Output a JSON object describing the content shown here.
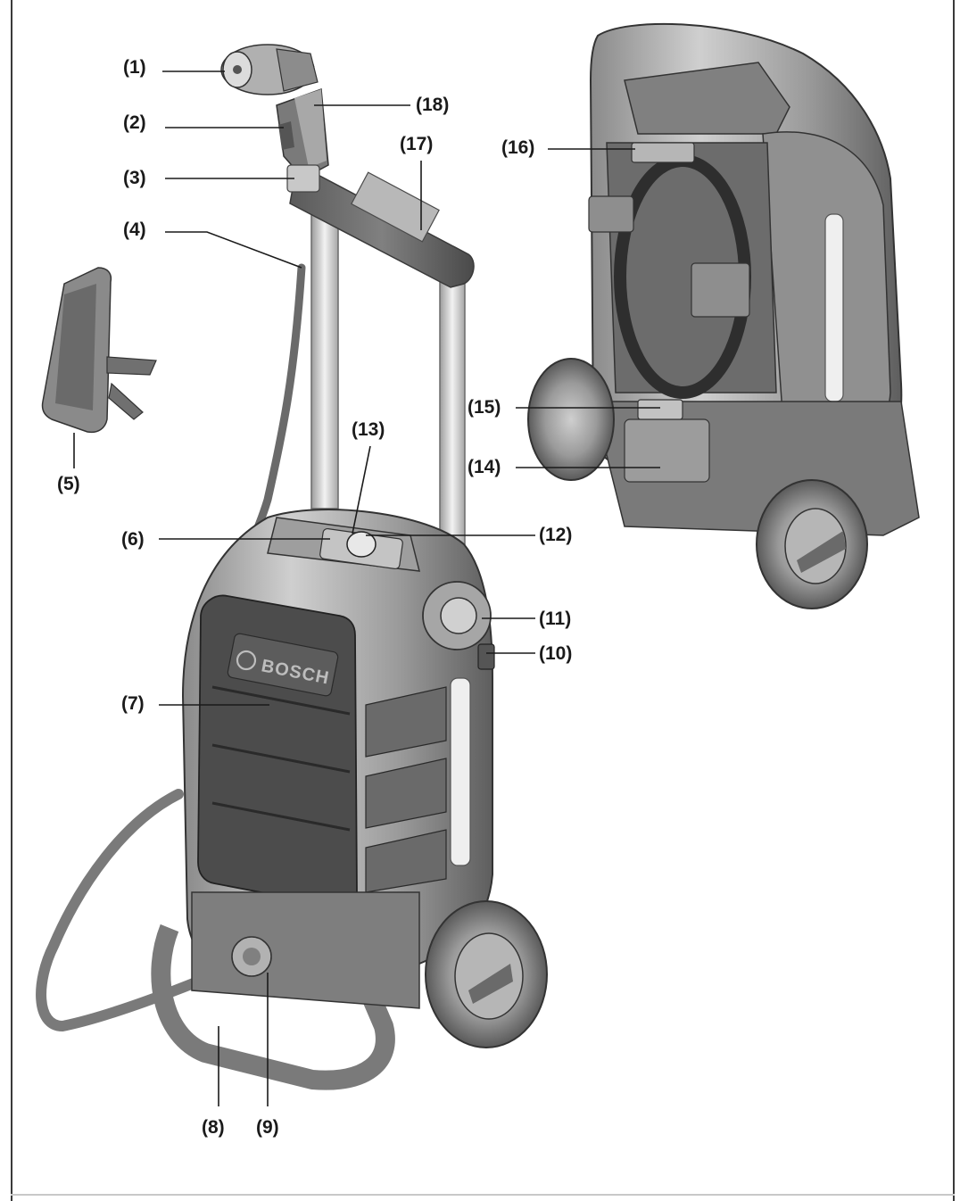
{
  "figure": {
    "brand_text": "BOSCH",
    "callouts": [
      {
        "id": "1",
        "label": "(1)"
      },
      {
        "id": "2",
        "label": "(2)"
      },
      {
        "id": "3",
        "label": "(3)"
      },
      {
        "id": "4",
        "label": "(4)"
      },
      {
        "id": "5",
        "label": "(5)"
      },
      {
        "id": "6",
        "label": "(6)"
      },
      {
        "id": "7",
        "label": "(7)"
      },
      {
        "id": "8",
        "label": "(8)"
      },
      {
        "id": "9",
        "label": "(9)"
      },
      {
        "id": "10",
        "label": "(10)"
      },
      {
        "id": "11",
        "label": "(11)"
      },
      {
        "id": "12",
        "label": "(12)"
      },
      {
        "id": "13",
        "label": "(13)"
      },
      {
        "id": "14",
        "label": "(14)"
      },
      {
        "id": "15",
        "label": "(15)"
      },
      {
        "id": "16",
        "label": "(16)"
      },
      {
        "id": "17",
        "label": "(17)"
      },
      {
        "id": "18",
        "label": "(18)"
      }
    ]
  }
}
